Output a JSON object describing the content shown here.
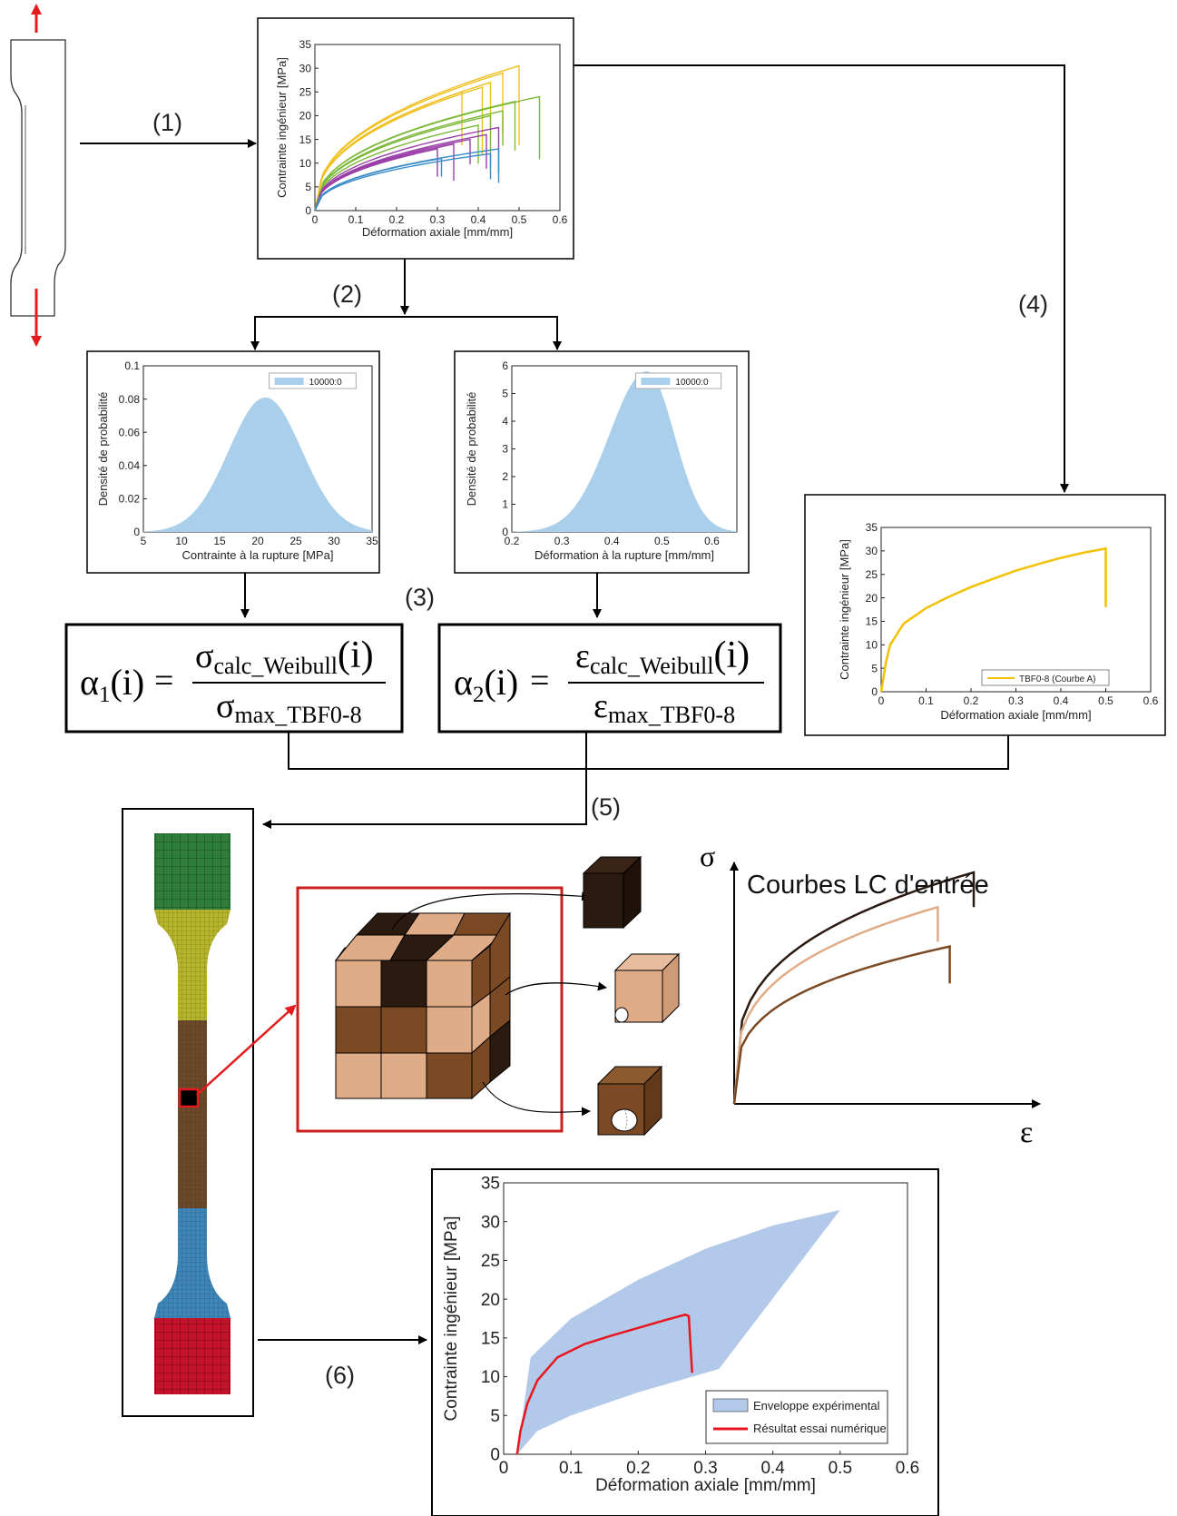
{
  "steps": [
    "(1)",
    "(2)",
    "(3)",
    "(4)",
    "(5)",
    "(6)"
  ],
  "strain_label": "Déformation axiale [mm/mm]",
  "stress_label": "Contrainte ingénieur [MPa]",
  "density_label": "Densité de probabilité",
  "formula1": {
    "lhs_sym": "α",
    "lhs_sub": "1",
    "lhs_arg": "(i)",
    "num_sym": "σ",
    "num_sub": "calc_Weibull",
    "num_arg": "(i)",
    "den_sym": "σ",
    "den_sub": "max_TBF0-8"
  },
  "formula2": {
    "lhs_sym": "α",
    "lhs_sub": "2",
    "lhs_arg": "(i)",
    "num_sym": "ε",
    "num_sub": "calc_Weibull",
    "num_arg": "(i)",
    "den_sym": "ε",
    "den_sub": "max_TBF0-8"
  },
  "lc": {
    "title": "Courbes LC d'entrée",
    "sigma": "σ",
    "epsilon": "ε"
  },
  "colors": {
    "arrow_red": "#e41a1c",
    "mesh_green": "#2f7d3a",
    "mesh_yellow": "#b5b42a",
    "mesh_brown": "#6b4a2c",
    "mesh_blue": "#3f86b8",
    "mesh_red": "#c4122b",
    "cube_dark": "#2b1a10",
    "cube_mid": "#7b4a25",
    "cube_light": "#e0ac88",
    "density_fill": "#a9cfea",
    "envelope_fill": "#b3c9ea"
  },
  "chart_data": [
    {
      "type": "line",
      "xlabel": "Déformation axiale [mm/mm]",
      "ylabel": "Contrainte ingénieur [MPa]",
      "xlim": [
        0,
        0.6
      ],
      "ylim": [
        0,
        35
      ],
      "xticks": [
        "0",
        "0.1",
        "0.2",
        "0.3",
        "0.4",
        "0.5",
        "0.6"
      ],
      "yticks": [
        "0",
        "5",
        "10",
        "15",
        "20",
        "25",
        "30",
        "35"
      ],
      "series": [
        {
          "color": "#f0c020",
          "peaks": [
            [
              0.5,
              30.5
            ],
            [
              0.46,
              29
            ],
            [
              0.43,
              27
            ],
            [
              0.41,
              26
            ],
            [
              0.36,
              25
            ]
          ]
        },
        {
          "color": "#7db83a",
          "peaks": [
            [
              0.55,
              24
            ],
            [
              0.49,
              23
            ],
            [
              0.46,
              21
            ],
            [
              0.43,
              20
            ],
            [
              0.4,
              18
            ]
          ]
        },
        {
          "color": "#9a3fa8",
          "peaks": [
            [
              0.45,
              17.5
            ],
            [
              0.42,
              16
            ],
            [
              0.38,
              15
            ],
            [
              0.34,
              14
            ],
            [
              0.3,
              13
            ]
          ]
        },
        {
          "color": "#3a8cc8",
          "peaks": [
            [
              0.45,
              13
            ],
            [
              0.43,
              12
            ],
            [
              0.31,
              11
            ]
          ]
        }
      ]
    },
    {
      "type": "area",
      "xlabel": "Contrainte à la rupture [MPa]",
      "ylabel": "Densité de probabilité",
      "legend": "10000:0",
      "xlim": [
        5,
        35
      ],
      "ylim": [
        0,
        0.1
      ],
      "xticks": [
        "5",
        "10",
        "15",
        "20",
        "25",
        "30",
        "35"
      ],
      "yticks": [
        "0",
        "0.02",
        "0.04",
        "0.06",
        "0.08",
        "0.1"
      ],
      "peak_x": 21,
      "peak_y": 0.081,
      "spread": 4.8
    },
    {
      "type": "area",
      "xlabel": "Déformation à la rupture [mm/mm]",
      "ylabel": "Densité de probabilité",
      "legend": "10000:0",
      "xlim": [
        0.2,
        0.65
      ],
      "ylim": [
        0,
        6
      ],
      "xticks": [
        "0.2",
        "0.3",
        "0.4",
        "0.5",
        "0.6"
      ],
      "yticks": [
        "0",
        "1",
        "2",
        "3",
        "4",
        "5",
        "6"
      ],
      "peak_x": 0.47,
      "peak_y": 5.8,
      "spread_left": 0.075,
      "spread_right": 0.055
    },
    {
      "type": "line",
      "xlabel": "Déformation axiale [mm/mm]",
      "ylabel": "Contrainte ingénieur [MPa]",
      "legend": "TBF0-8 (Courbe A)",
      "xlim": [
        0,
        0.6
      ],
      "ylim": [
        0,
        35
      ],
      "xticks": [
        "0",
        "0.1",
        "0.2",
        "0.3",
        "0.4",
        "0.5",
        "0.6"
      ],
      "yticks": [
        "0",
        "5",
        "10",
        "15",
        "20",
        "25",
        "30",
        "35"
      ],
      "series": [
        {
          "name": "TBF0-8 (Courbe A)",
          "color": "#f2c200",
          "x": [
            0,
            0.01,
            0.02,
            0.05,
            0.1,
            0.15,
            0.2,
            0.25,
            0.3,
            0.35,
            0.4,
            0.45,
            0.5,
            0.5
          ],
          "y": [
            0,
            6,
            10,
            14.5,
            17.8,
            20.2,
            22.3,
            24.1,
            25.8,
            27.2,
            28.5,
            29.6,
            30.5,
            18
          ]
        }
      ]
    },
    {
      "type": "area",
      "xlabel": "Déformation axiale [mm/mm]",
      "ylabel": "Contrainte ingénieur [MPa]",
      "xlim": [
        0,
        0.6
      ],
      "ylim": [
        0,
        35
      ],
      "xticks": [
        "0",
        "0.1",
        "0.2",
        "0.3",
        "0.4",
        "0.5",
        "0.6"
      ],
      "yticks": [
        "0",
        "5",
        "10",
        "15",
        "20",
        "25",
        "30",
        "35"
      ],
      "series": [
        {
          "name": "Enveloppe expérimental",
          "color": "#b3c9ea",
          "upper_x": [
            0.02,
            0.04,
            0.1,
            0.2,
            0.3,
            0.4,
            0.5
          ],
          "upper_y": [
            0,
            12.5,
            17.5,
            22.5,
            26.5,
            29.5,
            31.5
          ],
          "lower_x": [
            0.02,
            0.05,
            0.1,
            0.2,
            0.28,
            0.32,
            0.5
          ],
          "lower_y": [
            0,
            3,
            5,
            8,
            10,
            11,
            31.5
          ]
        },
        {
          "name": "Résultat essai numérique",
          "color": "#e8141e",
          "x": [
            0.02,
            0.025,
            0.035,
            0.05,
            0.08,
            0.12,
            0.16,
            0.2,
            0.24,
            0.27,
            0.275,
            0.28
          ],
          "y": [
            0,
            3,
            6.5,
            9.5,
            12.5,
            14.2,
            15.3,
            16.3,
            17.3,
            18,
            17.8,
            10.5
          ]
        }
      ]
    },
    {
      "type": "line",
      "title": "Courbes LC d'entrée",
      "series": [
        {
          "color": "#2b1a10",
          "x": [
            0,
            0.05,
            0.15,
            0.3,
            0.5,
            0.7,
            0.8,
            0.8
          ],
          "y": [
            0,
            0.55,
            0.72,
            0.82,
            0.9,
            0.96,
            1.0,
            0.85
          ]
        },
        {
          "color": "#e0ac88",
          "x": [
            0,
            0.05,
            0.15,
            0.3,
            0.5,
            0.68,
            0.68
          ],
          "y": [
            0,
            0.5,
            0.65,
            0.73,
            0.8,
            0.85,
            0.7
          ]
        },
        {
          "color": "#7b4a25",
          "x": [
            0,
            0.05,
            0.15,
            0.3,
            0.5,
            0.72,
            0.72
          ],
          "y": [
            0,
            0.32,
            0.45,
            0.54,
            0.61,
            0.68,
            0.52
          ]
        }
      ]
    }
  ]
}
